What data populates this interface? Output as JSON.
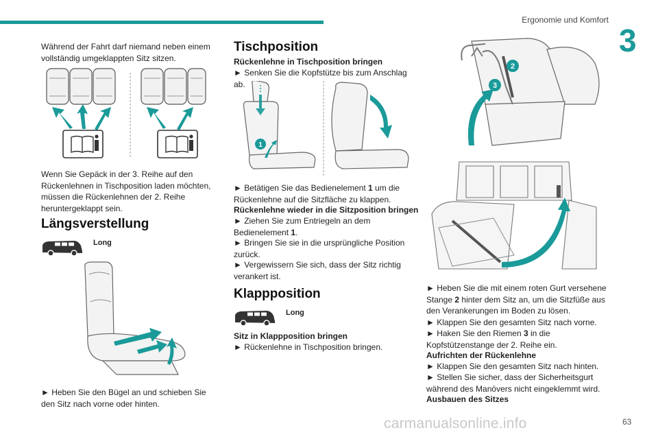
{
  "header": {
    "running_head": "Ergonomie und Komfort",
    "chapter_number": "3"
  },
  "footer": {
    "page_number": "63",
    "watermark": "carmanualsonline.info"
  },
  "col1": {
    "intro": "Während der Fahrt darf niemand neben einem vollständig umgeklappten Sitz sitzen.",
    "luggage_note": "Wenn Sie Gepäck in der 3. Reihe auf den Rückenlehnen in Tischposition laden möchten, müssen die Rückenlehnen der 2. Reihe heruntergeklappt sein.",
    "heading_laengs": "Längsverstellung",
    "badge_long": "Long",
    "step_laengs": "► Heben Sie den Bügel an und schieben Sie den Sitz nach vorne oder hinten."
  },
  "col2": {
    "heading_tisch": "Tischposition",
    "sub_tisch": "Rückenlehne in Tischposition bringen",
    "step_kopf": "► Senken Sie die Kopfstütze bis zum Anschlag ab.",
    "step_bet_a": "► Betätigen Sie das Bedienelement ",
    "step_bet_num": "1",
    "step_bet_b": " um die Rückenlehne auf die Sitzfläche zu klappen.",
    "sub_sitz": "Rückenlehne wieder in die Sitzposition bringen",
    "step_zieh_a": "► Ziehen Sie zum Entriegeln an dem Bedienelement ",
    "step_zieh_num": "1",
    "step_zieh_b": ".",
    "step_bring": "► Bringen Sie sie in die ursprüngliche Position zurück.",
    "step_verg": "► Vergewissern Sie sich, dass der Sitz richtig verankert ist.",
    "heading_klapp": "Klappposition",
    "badge_long": "Long",
    "sub_klapp": "Sitz in Klappposition bringen",
    "step_klapp": "► Rückenlehne in Tischposition bringen."
  },
  "col3": {
    "step_heb_a": "► Heben Sie die mit einem roten Gurt versehene Stange ",
    "step_heb_num": "2",
    "step_heb_b": " hinter dem Sitz an, um die Sitzfüße aus den Verankerungen im Boden zu lösen.",
    "step_vorne": "► Klappen Sie den gesamten Sitz nach vorne.",
    "step_haken_a": "► Haken Sie den Riemen ",
    "step_haken_num": "3",
    "step_haken_b": " in die Kopfstützenstange der 2. Reihe ein.",
    "sub_aufrichten": "Aufrichten der Rückenlehne",
    "step_hinten": "► Klappen Sie den gesamten Sitz nach hinten.",
    "step_gurt": "► Stellen Sie sicher, dass der Sicherheitsgurt während des Manövers nicht eingeklemmt wird.",
    "sub_ausbauen": "Ausbauen des Sitzes"
  },
  "figures": {
    "callout_1": "1",
    "callout_2": "2",
    "callout_3": "3",
    "accent_color": "#1a9a99"
  }
}
